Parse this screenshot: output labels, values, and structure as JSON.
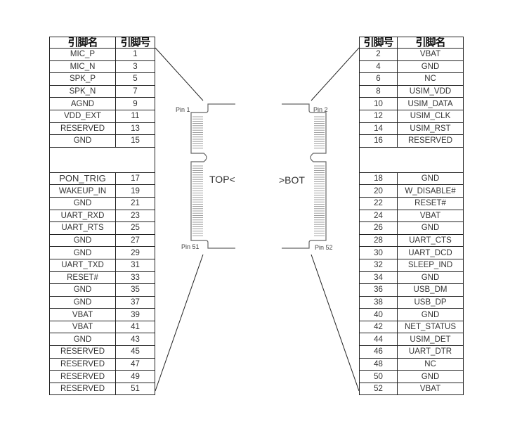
{
  "headers": {
    "pin_name": "引脚名",
    "pin_no": "引脚号"
  },
  "left_top": [
    [
      "MIC_P",
      "1"
    ],
    [
      "MIC_N",
      "3"
    ],
    [
      "SPK_P",
      "5"
    ],
    [
      "SPK_N",
      "7"
    ],
    [
      "AGND",
      "9"
    ],
    [
      "VDD_EXT",
      "11"
    ],
    [
      "RESERVED",
      "13"
    ],
    [
      "GND",
      "15"
    ]
  ],
  "left_bottom": [
    [
      "PON_TRIG",
      "17"
    ],
    [
      "WAKEUP_IN",
      "19"
    ],
    [
      "GND",
      "21"
    ],
    [
      "UART_RXD",
      "23"
    ],
    [
      "UART_RTS",
      "25"
    ],
    [
      "GND",
      "27"
    ],
    [
      "GND",
      "29"
    ],
    [
      "UART_TXD",
      "31"
    ],
    [
      "RESET#",
      "33"
    ],
    [
      "GND",
      "35"
    ],
    [
      "GND",
      "37"
    ],
    [
      "VBAT",
      "39"
    ],
    [
      "VBAT",
      "41"
    ],
    [
      "GND",
      "43"
    ],
    [
      "RESERVED",
      "45"
    ],
    [
      "RESERVED",
      "47"
    ],
    [
      "RESERVED",
      "49"
    ],
    [
      "RESERVED",
      "51"
    ]
  ],
  "right_top": [
    [
      "2",
      "VBAT"
    ],
    [
      "4",
      "GND"
    ],
    [
      "6",
      "NC"
    ],
    [
      "8",
      "USIM_VDD"
    ],
    [
      "10",
      "USIM_DATA"
    ],
    [
      "12",
      "USIM_CLK"
    ],
    [
      "14",
      "USIM_RST"
    ],
    [
      "16",
      "RESERVED"
    ]
  ],
  "right_bottom": [
    [
      "18",
      "GND"
    ],
    [
      "20",
      "W_DISABLE#"
    ],
    [
      "22",
      "RESET#"
    ],
    [
      "24",
      "VBAT"
    ],
    [
      "26",
      "GND"
    ],
    [
      "28",
      "UART_CTS"
    ],
    [
      "30",
      "UART_DCD"
    ],
    [
      "32",
      "SLEEP_IND"
    ],
    [
      "34",
      "GND"
    ],
    [
      "36",
      "USB_DM"
    ],
    [
      "38",
      "USB_DP"
    ],
    [
      "40",
      "GND"
    ],
    [
      "42",
      "NET_STATUS"
    ],
    [
      "44",
      "USIM_DET"
    ],
    [
      "46",
      "UART_DTR"
    ],
    [
      "48",
      "NC"
    ],
    [
      "50",
      "GND"
    ],
    [
      "52",
      "VBAT"
    ]
  ],
  "labels": {
    "pin1": "Pin 1",
    "pin2": "Pin 2",
    "pin51": "Pin 51",
    "pin52": "Pin 52",
    "top": "TOP<",
    "bot": ">BOT"
  }
}
